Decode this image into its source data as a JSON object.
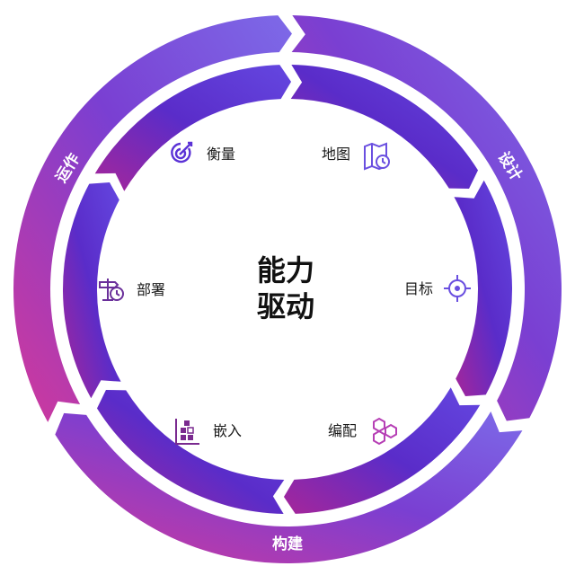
{
  "center": {
    "line1": "能力",
    "line2": "驱动"
  },
  "outer_ring": [
    {
      "label": "设计"
    },
    {
      "label": "构建"
    },
    {
      "label": "运作"
    }
  ],
  "steps": [
    {
      "label": "地图",
      "icon": "map-clock-icon"
    },
    {
      "label": "目标",
      "icon": "target-crosshair-icon"
    },
    {
      "label": "编配",
      "icon": "hexagon-cluster-icon"
    },
    {
      "label": "嵌入",
      "icon": "chart-blocks-icon"
    },
    {
      "label": "部署",
      "icon": "signpost-clock-icon"
    },
    {
      "label": "衡量",
      "icon": "target-arrow-icon"
    }
  ],
  "colors": {
    "top_right": "#7c5ce6",
    "mid": "#5b32d6",
    "bottom_left": "#c2369e",
    "accent": "#6a3fd9"
  }
}
